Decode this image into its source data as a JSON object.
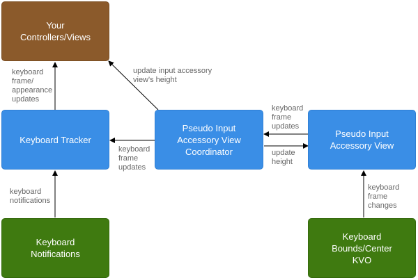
{
  "nodes": {
    "controllers": "Your\nControllers/Views",
    "keyboard_tracker": "Keyboard Tracker",
    "coordinator": "Pseudo Input\nAccessory View\nCoordinator",
    "pseudo_view": "Pseudo Input\nAccessory View",
    "keyboard_notifications": "Keyboard\nNotifications",
    "kvo": "Keyboard\nBounds/Center\nKVO"
  },
  "edges": {
    "tracker_to_controllers": "keyboard\nframe/\nappearance\nupdates",
    "coordinator_to_controllers": "update input accessory\nview's height",
    "coordinator_to_tracker": "keyboard\nframe\nupdates",
    "view_to_coordinator": "keyboard\nframe\nupdates",
    "coordinator_to_view": "update\nheight",
    "notifications_to_tracker": "keyboard\nnotifications",
    "kvo_to_view": "keyboard\nframe\nchanges"
  },
  "colors": {
    "brown": "#8b5a2b",
    "blue": "#3a8ee6",
    "green": "#3f7a10",
    "arrow": "#000000",
    "label_text": "#666666"
  }
}
